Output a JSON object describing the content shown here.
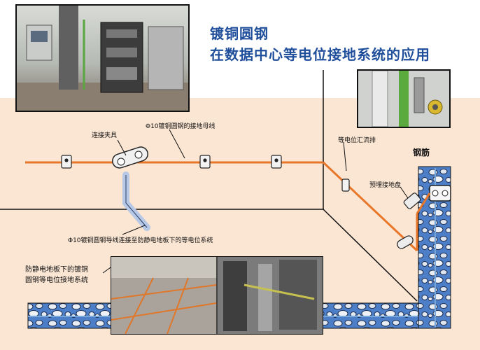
{
  "title": {
    "line1": "镀铜圆钢",
    "line2": "在数据中心等电位接地系统的应用"
  },
  "labels": {
    "connect_clamp": "连接夹具",
    "busbar": "Φ10镀铜圆钢的接地母线",
    "equipotential_bar": "等电位汇流排",
    "rebar": "钢筋",
    "embedded_plate": "预埋接地盘",
    "conductor_note": "Φ10镀铜圆钢导线连接至防静电地板下的等电位系统",
    "floor_system": "防静电地板下的镀铜\n圆钢等电位接地系统"
  },
  "colors": {
    "title": "#1f4e9b",
    "conductor": "#e8772a",
    "wall_fill": "#fbe6d3",
    "concrete_blue": "#4d7fc9",
    "bond_wire": "#7aa7d9"
  },
  "icons": {
    "clamp": "clamp-icon",
    "bracket": "bracket-icon",
    "stone": "stone-pattern"
  }
}
